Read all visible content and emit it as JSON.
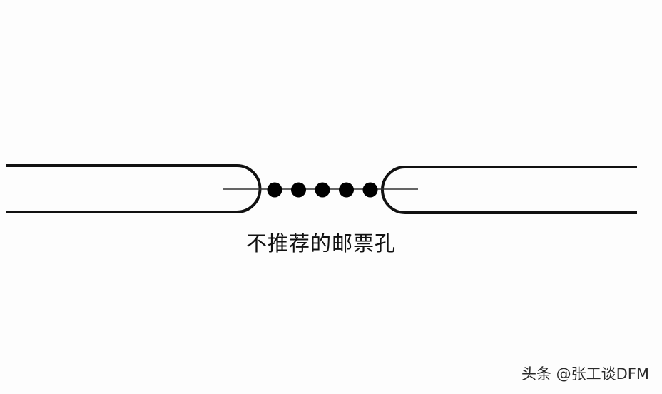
{
  "diagram": {
    "caption": "不推荐的邮票孔",
    "watermark": "头条 @张工谈DFM",
    "hole_count": 5,
    "colors": {
      "background": "#fdfdfd",
      "line": "#111111",
      "hole": "#000000"
    }
  }
}
